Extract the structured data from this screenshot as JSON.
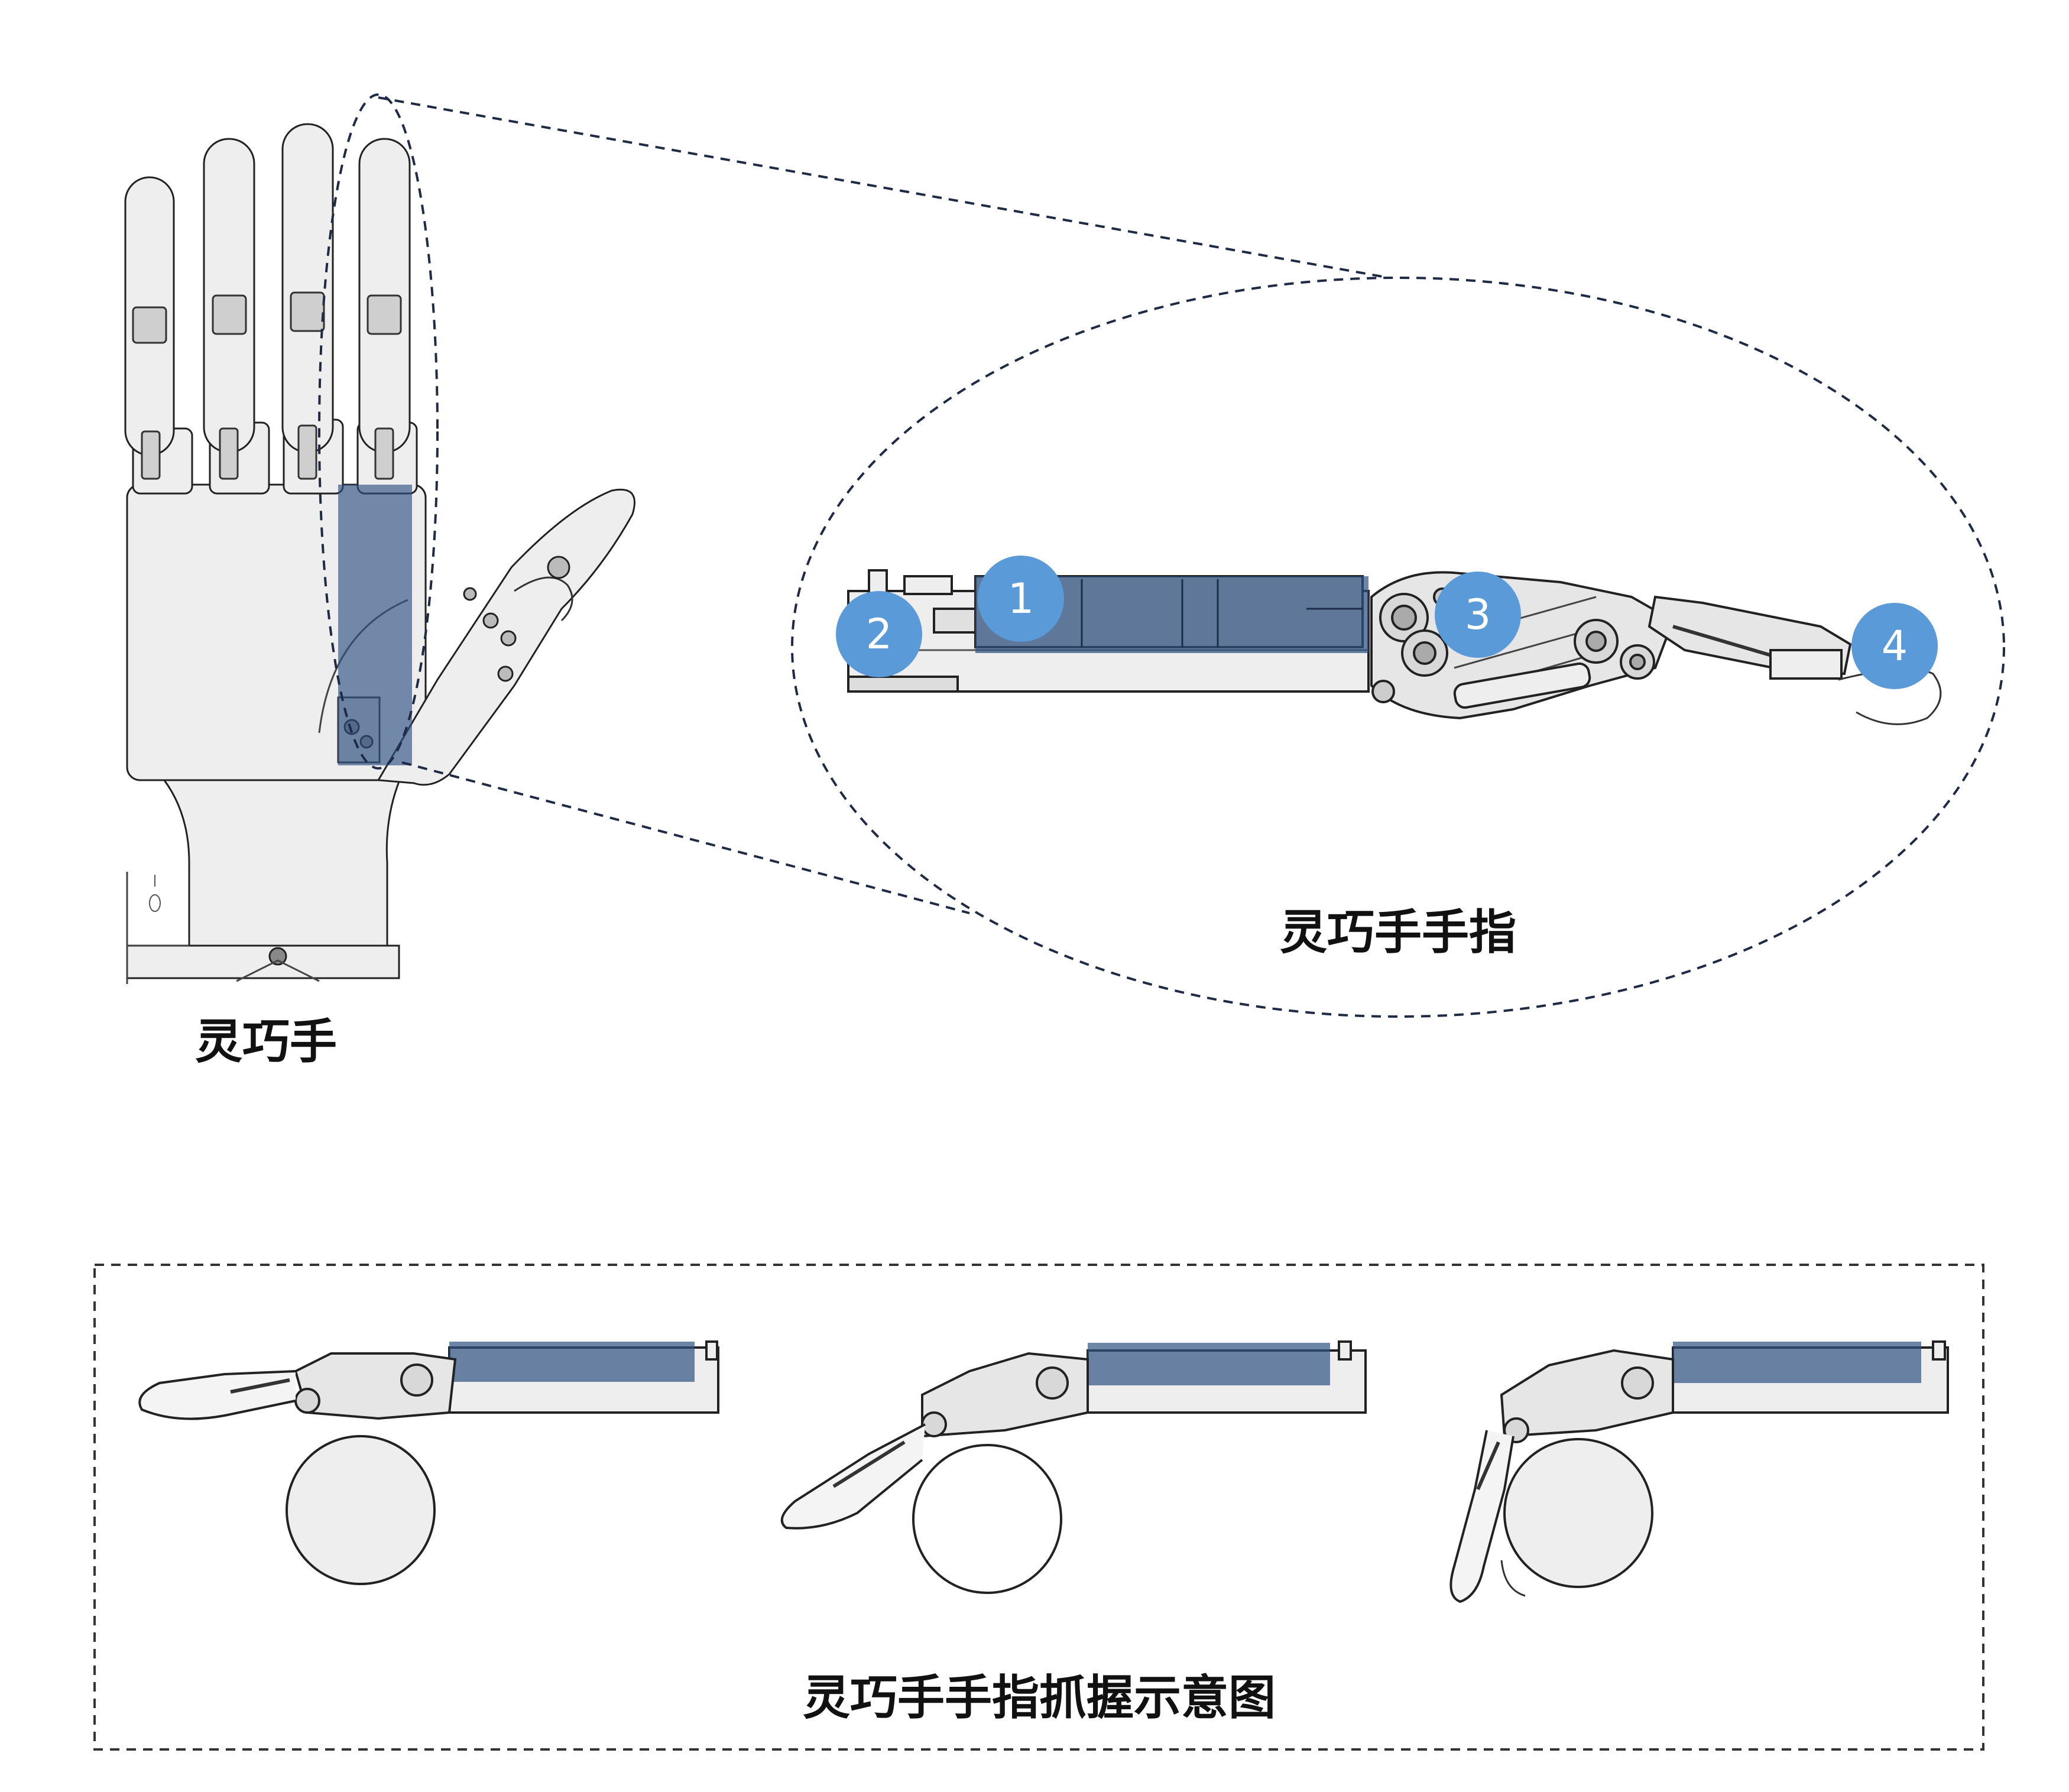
{
  "labels": {
    "hand": "灵巧手",
    "finger": "灵巧手手指",
    "grasp": "灵巧手手指抓握示意图"
  },
  "markers": [
    "1",
    "2",
    "3",
    "4"
  ],
  "colors": {
    "marker": "#5a9ad8",
    "actuator": "#2f5282",
    "outline": "#222222",
    "part_fill": "#eeeeee",
    "dashed_line": "#1f2a44"
  }
}
